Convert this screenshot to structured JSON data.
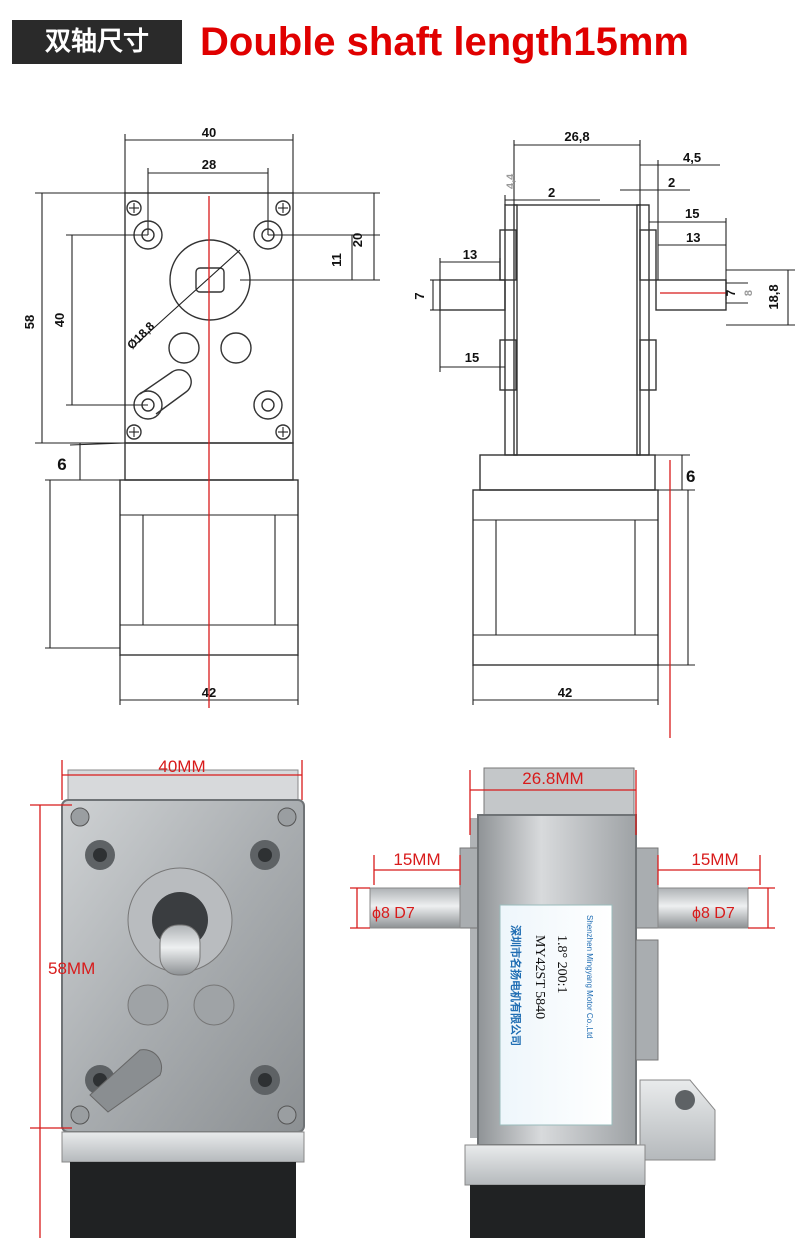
{
  "header": {
    "badge_text": "双轴尺寸",
    "title": "Double shaft length15mm"
  },
  "front_drawing": {
    "dims": {
      "width_40": "40",
      "hole_28": "28",
      "h_20": "20",
      "h_11": "11",
      "h_58": "58",
      "hole_40": "40",
      "dia": "Ø18,8",
      "gap_6": "6",
      "motor_42": "42"
    }
  },
  "side_drawing": {
    "dims": {
      "depth_26_8": "26,8",
      "d_4_5": "4,5",
      "d_4_4": "4,4",
      "d_2a": "2",
      "d_2b": "2",
      "d_15a": "15",
      "d_13a": "13",
      "d_13b": "13",
      "d_7a": "7",
      "d_7b": "7",
      "d_8": "8",
      "d_18_8": "18,8",
      "d_15b": "15",
      "gap_6": "6",
      "motor_42": "42"
    }
  },
  "photo_front": {
    "width_label": "40MM",
    "height_label": "58MM"
  },
  "photo_side": {
    "depth_label": "26.8MM",
    "left_shaft_len": "15MM",
    "right_shaft_len": "15MM",
    "left_shaft_dia": "ϕ8 D7",
    "right_shaft_dia": "ϕ8 D7",
    "label_company": "深圳市名扬电机有限公司",
    "label_model": "MY42ST 5840",
    "label_spec": "1.8° 200:1",
    "label_company_en": "Shenzhen Mingyang Motor Co.,Ltd"
  },
  "colors": {
    "accent_red": "#e00000",
    "badge_bg": "#2a2a2a",
    "dim_red": "#d81b1b"
  }
}
